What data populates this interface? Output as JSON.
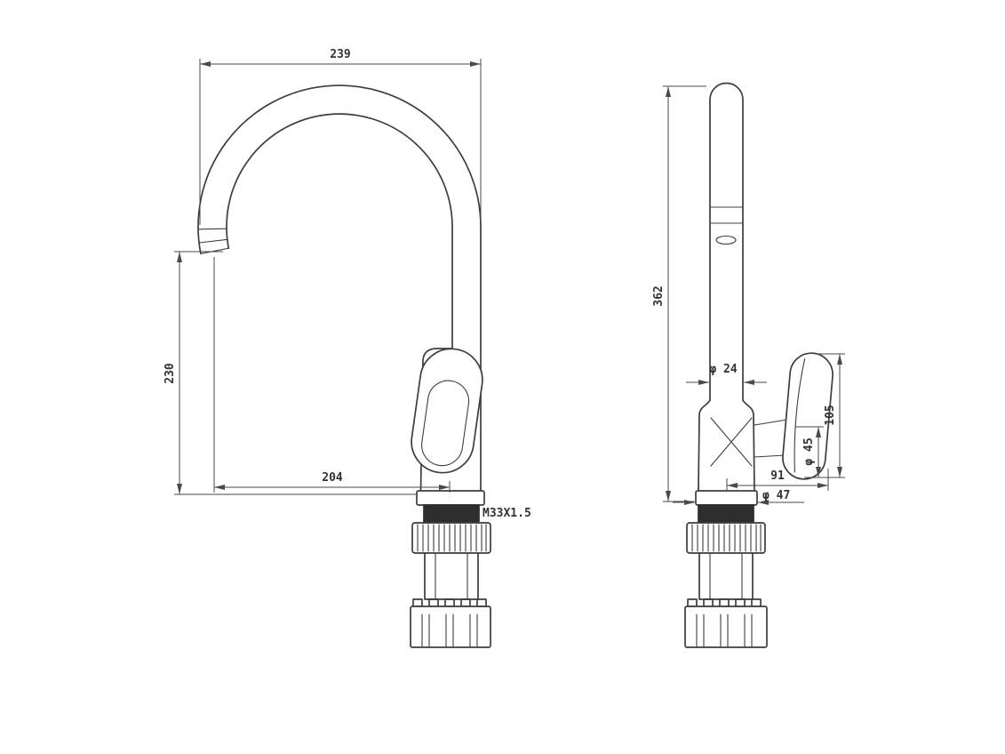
{
  "drawing": {
    "background": "#ffffff",
    "ink_color": "#3d3d3d",
    "dim_color": "#4a4a4a",
    "thread_fill": "#2e2e2e",
    "views": {
      "front": {
        "label": "front-view",
        "dim_reach": "239",
        "dim_spout_height": "230",
        "dim_offset": "204",
        "thread_label": "M33X1.5"
      },
      "side": {
        "label": "side-view",
        "dim_total_height": "362",
        "dim_pipe_diameter": "φ 24",
        "dim_handle_length": "105",
        "dim_handle_diameter": "φ 45",
        "dim_handle_reach": "91",
        "dim_base_diameter": "φ 47"
      }
    }
  }
}
